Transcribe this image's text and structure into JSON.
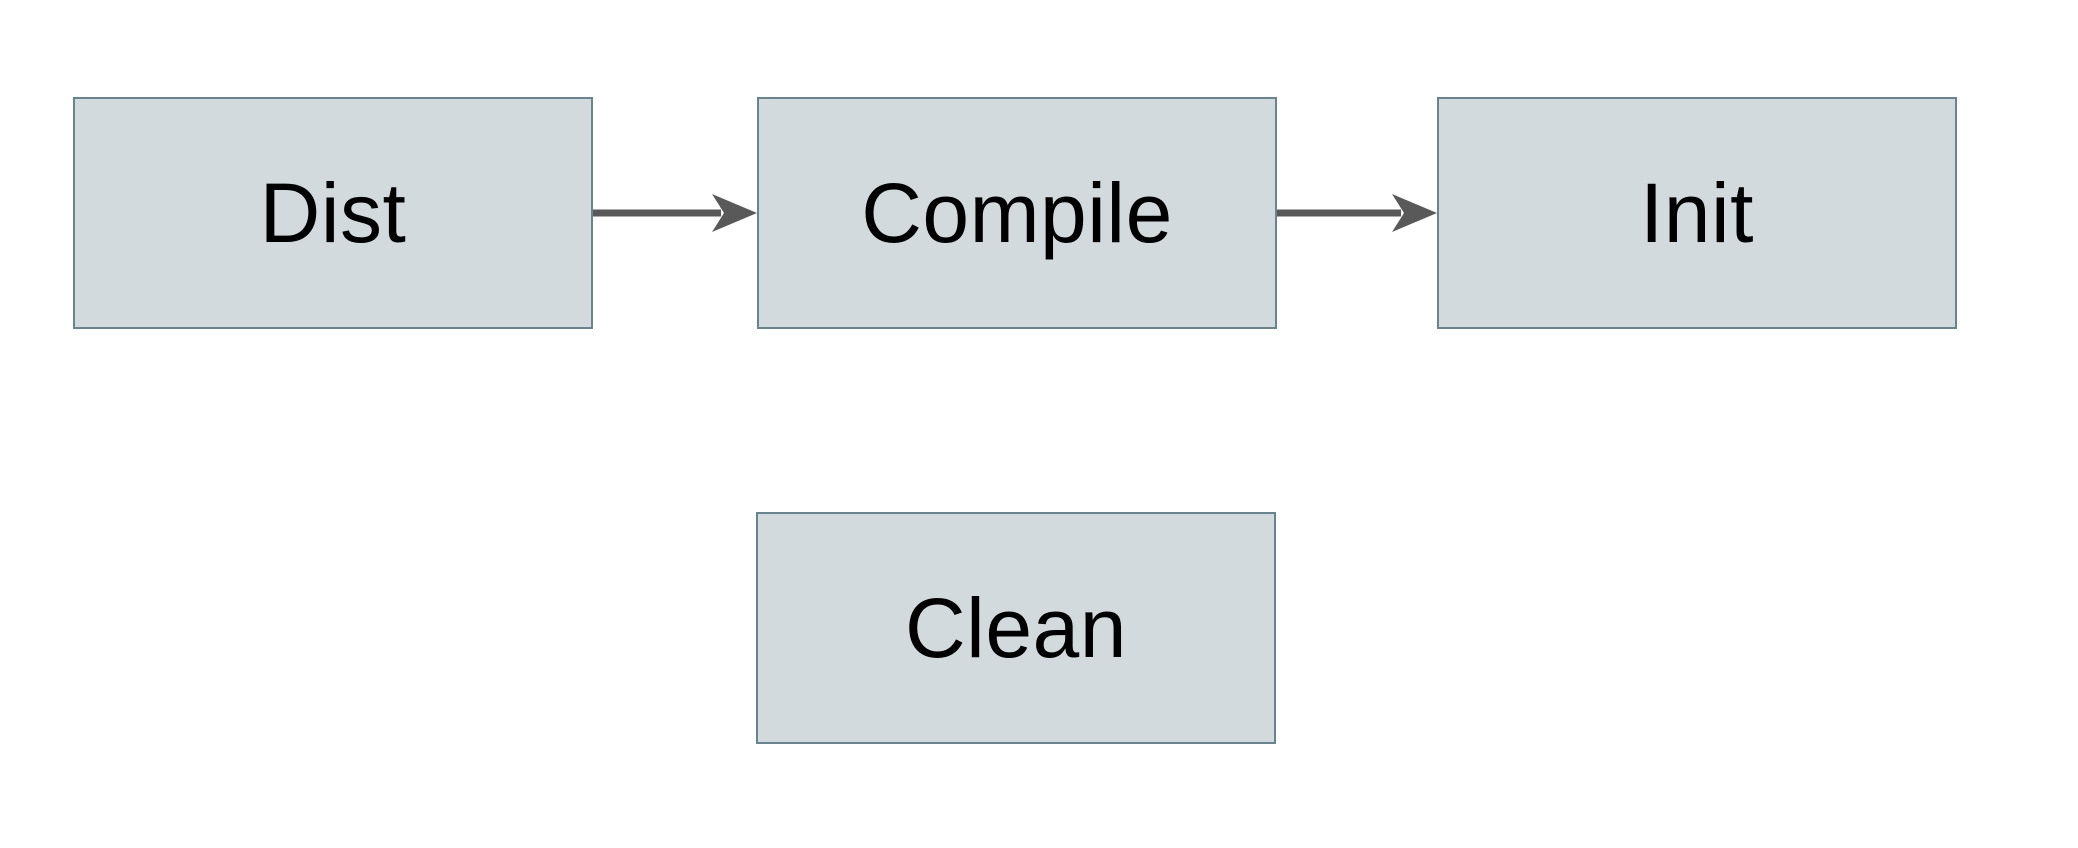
{
  "diagram": {
    "title": "build-targets-flow",
    "nodes": [
      {
        "id": "dist",
        "label": "Dist"
      },
      {
        "id": "compile",
        "label": "Compile"
      },
      {
        "id": "init",
        "label": "Init"
      },
      {
        "id": "clean",
        "label": "Clean"
      }
    ],
    "edges": [
      {
        "from": "Dist",
        "to": "Compile",
        "direction": "right"
      },
      {
        "from": "Compile",
        "to": "Init",
        "direction": "right"
      }
    ],
    "colors": {
      "canvas_bg": "#ffffff",
      "node_fill": "#d3dade",
      "node_border": "#69838f",
      "arrow_color": "#595959",
      "text_color": "#000000"
    }
  }
}
